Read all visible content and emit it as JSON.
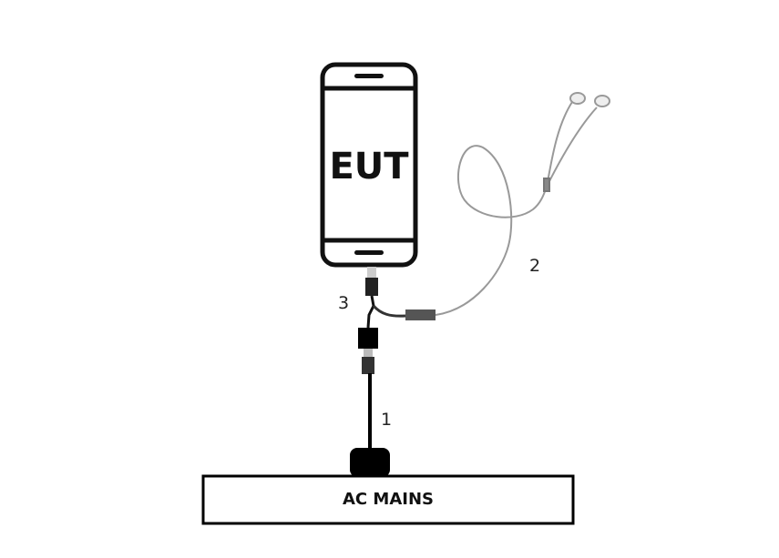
{
  "device_label": "EUT",
  "mains_label": "AC MAINS",
  "cable_labels": [
    "1",
    "2",
    "3"
  ]
}
